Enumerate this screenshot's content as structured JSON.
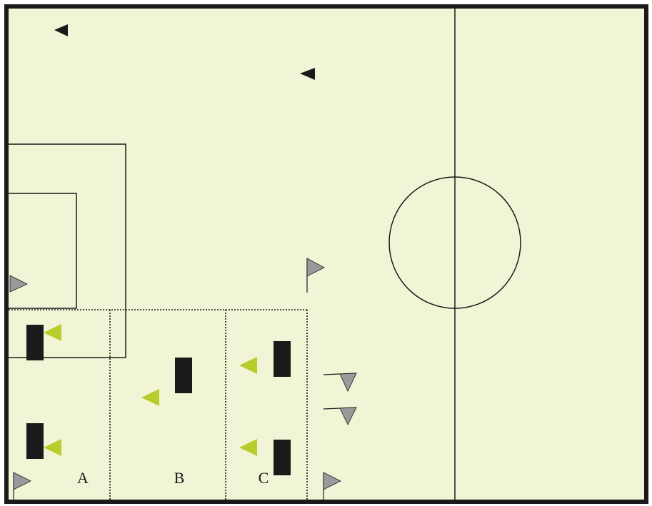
{
  "colors": {
    "field": "#f1f5d6",
    "border": "#1a1a1a",
    "line": "#1a1a1a",
    "player_marker": "#1a1a1a",
    "cone_green": "#b9cc2c",
    "flag_grey": "#9a9a9a"
  },
  "zones": {
    "a": "A",
    "b": "B",
    "c": "C"
  },
  "icons": {
    "mannequin": "black-rectangle",
    "cone": "green-triangle",
    "flag": "grey-flag",
    "pointer": "black-triangle"
  }
}
